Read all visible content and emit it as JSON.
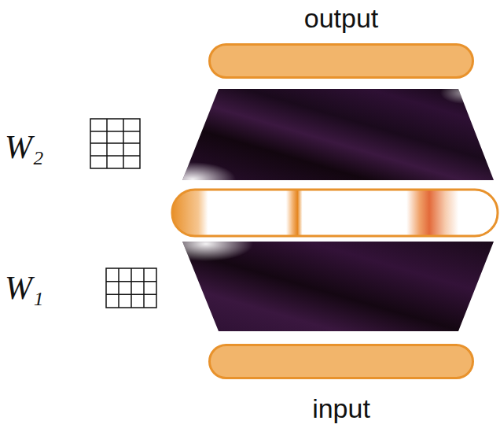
{
  "diagram": {
    "nodes": [
      {
        "text": [
          "output"
        ]
      },
      {
        "text": [
          "input"
        ]
      }
    ],
    "labels": [
      "W₂",
      "W₁"
    ]
  }
}
